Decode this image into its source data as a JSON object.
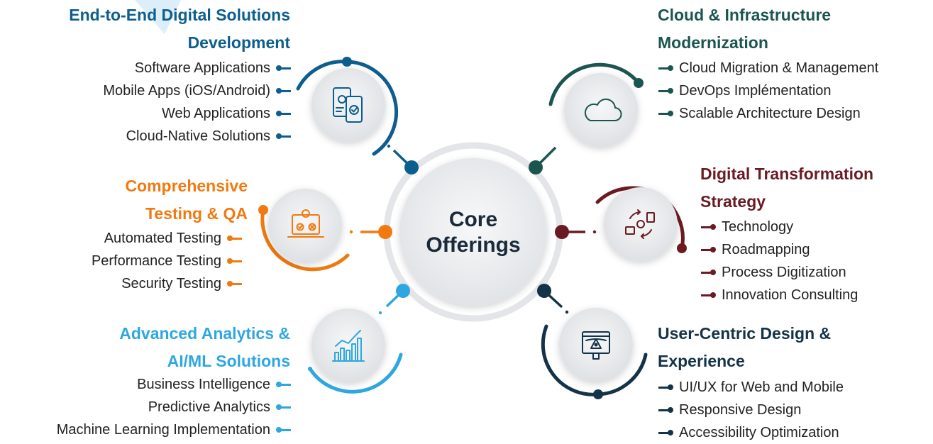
{
  "center": {
    "line1": "Core",
    "line2": "Offerings"
  },
  "colors": {
    "blue": "#0c5e8e",
    "teal": "#1b5550",
    "orange": "#f07a10",
    "maroon": "#6b1a22",
    "sky": "#2ea7e0",
    "navy": "#143348"
  },
  "sections": {
    "digital_solutions": {
      "title_line1": "End-to-End Digital Solutions",
      "title_line2": "Development",
      "icon": "mobile-app-gear-icon",
      "items": [
        "Software Applications",
        "Mobile Apps (iOS/Android)",
        "Web Applications",
        "Cloud-Native Solutions"
      ]
    },
    "cloud": {
      "title_line1": "Cloud & Infrastructure",
      "title_line2": "Modernization",
      "icon": "cloud-icon",
      "items": [
        "Cloud Migration & Management",
        "DevOps Implémentation",
        "Scalable Architecture Design"
      ]
    },
    "testing": {
      "title_line1": "Comprehensive",
      "title_line2": "Testing & QA",
      "icon": "laptop-testing-icon",
      "items": [
        "Automated Testing",
        "Performance Testing",
        "Security Testing"
      ]
    },
    "transformation": {
      "title_line1": "Digital Transformation",
      "title_line2": "Strategy",
      "icon": "transformation-cycle-icon",
      "items": [
        "Technology",
        "Roadmapping",
        "Process Digitization",
        "Innovation Consulting"
      ]
    },
    "analytics": {
      "title_line1": "Advanced Analytics &",
      "title_line2": "AI/ML Solutions",
      "icon": "analytics-chart-icon",
      "items": [
        "Business Intelligence",
        "Predictive Analytics",
        "Machine Learning Implementation"
      ]
    },
    "design": {
      "title_line1": "User-Centric Design &",
      "title_line2": "Experience",
      "icon": "design-tool-icon",
      "items": [
        "UI/UX for Web and Mobile",
        "Responsive Design",
        "Accessibility Optimization"
      ]
    }
  }
}
